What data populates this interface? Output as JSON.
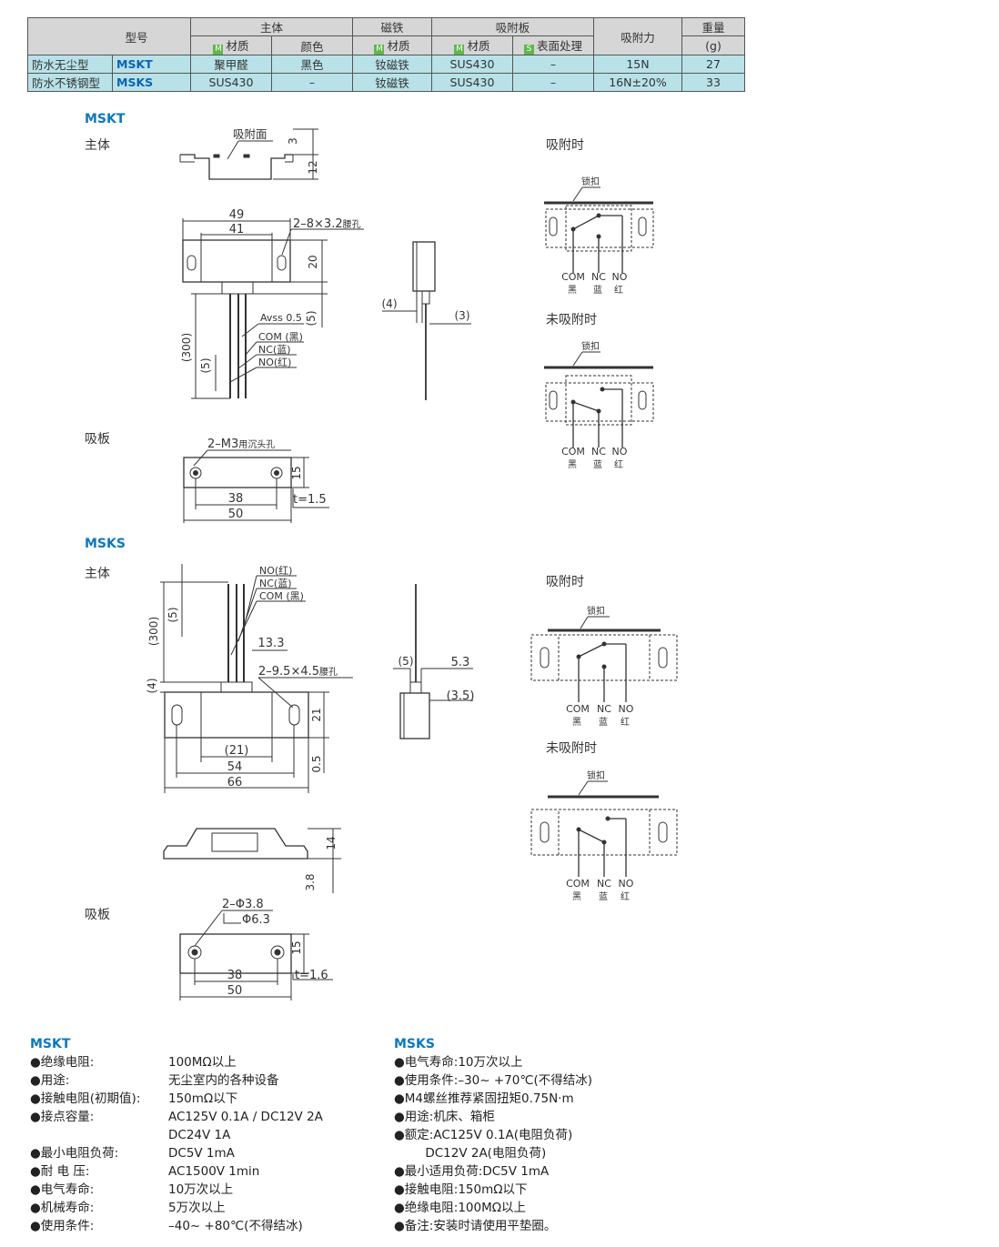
{
  "table": {
    "headers": {
      "model": "型号",
      "body": "主体",
      "magnet": "磁铁",
      "plate": "吸附板",
      "force": "吸附力",
      "weight": "重量",
      "weight_unit": "(g)",
      "material": "材质",
      "color": "颜色",
      "surface": "表面处理",
      "m_mark": "M",
      "s_mark": "S"
    },
    "rows": [
      {
        "type": "防水无尘型",
        "code": "MSKT",
        "body_material": "聚甲醛",
        "body_color": "黑色",
        "magnet_material": "钕磁铁",
        "plate_material": "SUS430",
        "plate_surface": "–",
        "force": "15N",
        "weight": "27"
      },
      {
        "type": "防水不锈钢型",
        "code": "MSKS",
        "body_material": "SUS430",
        "body_color": "–",
        "magnet_material": "钕磁铁",
        "plate_material": "SUS430",
        "plate_surface": "–",
        "force": "16N±20%",
        "weight": "33"
      }
    ]
  },
  "mskt": {
    "title": "MSKT",
    "body_label": "主体",
    "plate_label": "吸板",
    "attached_label": "吸附时",
    "detached_label": "未吸附时",
    "latch": "锁扣",
    "dims": {
      "face": "吸附面",
      "d3": "3",
      "d12": "12",
      "d49": "49",
      "d41": "41",
      "slot": "2–8×3.2",
      "slot_suffix": "腰孔",
      "d20": "20",
      "d5a": "(5)",
      "d300": "(300)",
      "d5b": "(5)",
      "avss": "Avss 0.5",
      "com_wire": "COM (黑)",
      "nc_wire": "NC(蓝)",
      "no_wire": "NO(红)",
      "d4": "(4)",
      "d3b": "(3)",
      "m3": "2–M3",
      "m3_suffix": "用沉头孔",
      "d15": "15",
      "d38": "38",
      "d50": "50",
      "t": "t=1.5"
    }
  },
  "msks": {
    "title": "MSKS",
    "body_label": "主体",
    "plate_label": "吸板",
    "attached_label": "吸附时",
    "detached_label": "未吸附时",
    "latch": "锁扣",
    "dims": {
      "no_wire": "NO(红)",
      "nc_wire": "NC(蓝)",
      "com_wire": "COM (黑)",
      "d5": "(5)",
      "d300": "(300)",
      "d13_3": "13.3",
      "slot": "2–9.5×4.5",
      "slot_suffix": "腰孔",
      "d4": "(4)",
      "d21": "21",
      "d21p": "(21)",
      "d54": "54",
      "d66": "66",
      "d0_5": "0.5",
      "d5b": "(5)",
      "d5_3": "5.3",
      "d3_5": "(3.5)",
      "d14": "14",
      "d3_8": "3.8",
      "phi38": "2–Φ3.8",
      "phi63": "Φ6.3",
      "d15": "15",
      "d38": "38",
      "d50": "50",
      "t": "t=1.6"
    }
  },
  "switch": {
    "com": "COM",
    "nc": "NC",
    "no": "NO",
    "black": "黑",
    "blue": "蓝",
    "red": "红"
  },
  "specs_mskt": {
    "title": "MSKT",
    "items": [
      {
        "k": "●绝缘电阻:",
        "v": "100MΩ以上"
      },
      {
        "k": "●用途:",
        "v": "无尘室内的各种设备"
      },
      {
        "k": "●接触电阻(初期值):",
        "v": "150mΩ以下"
      },
      {
        "k": "●接点容量:",
        "v": "AC125V 0.1A / DC12V 2A"
      },
      {
        "k": "",
        "v": "DC24V 1A"
      },
      {
        "k": "●最小电阻负荷:",
        "v": "DC5V  1mA"
      },
      {
        "k": "●耐 电 压:",
        "v": "AC1500V  1min"
      },
      {
        "k": "●电气寿命:",
        "v": "10万次以上"
      },
      {
        "k": "●机械寿命:",
        "v": "5万次以上"
      },
      {
        "k": "●使用条件:",
        "v": "–40~ +80℃(不得结冰)"
      }
    ]
  },
  "specs_msks": {
    "title": "MSKS",
    "items": [
      "●电气寿命:10万次以上",
      "●使用条件:–30~ +70℃(不得结冰)",
      "●M4螺丝推荐紧固扭矩0.75N·m",
      "●用途:机床、箱柜",
      "●额定:AC125V 0.1A(电阻负荷)",
      "        DC12V 2A(电阻负荷)",
      "●最小适用负荷:DC5V 1mA",
      "●接触电阻:150mΩ以下",
      "●绝缘电阻:100MΩ以上",
      "●备注:安装时请使用平垫圈。"
    ]
  },
  "colors": {
    "accent": "#0b78c0",
    "header_bg": "#d6d6d6",
    "row_bg": "#b8e2e8"
  }
}
